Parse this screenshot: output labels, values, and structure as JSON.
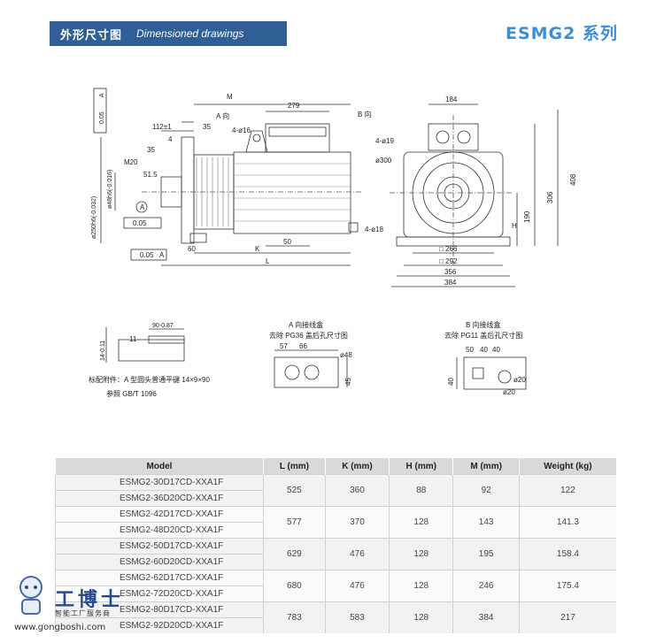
{
  "header": {
    "title_cn": "外形尺寸图",
    "title_en": "Dimensioned drawings",
    "series": "ESMG2 系列"
  },
  "drawing_front": {
    "view_a": "A 向",
    "dims": {
      "M": "M",
      "d279": "279",
      "d112": "112±1",
      "d35a": "35",
      "d4": "4",
      "d4x16": "4-ø16",
      "d35b": "35",
      "d515": "51.5",
      "M20": "M20",
      "d60": "60",
      "d50": "50",
      "K": "K",
      "L": "L",
      "dia250": "ø250h6(-0.032)",
      "dia48": "ø48h6(-0.016)",
      "A": "A",
      "tol_perp": "0.05",
      "tol_flat": "0.05",
      "tol_A": "A",
      "tol_runout": "0.05",
      "tol_run_A": "A"
    }
  },
  "drawing_side": {
    "view_b": "B 向",
    "dims": {
      "d184": "184",
      "d4x19": "4-ø19",
      "dia300": "ø300",
      "d4x18": "4-ø18",
      "sq266": "□ 266",
      "sq292": "□ 292",
      "d356": "356",
      "d384": "384",
      "d190": "190",
      "d306": "306",
      "d408": "408",
      "H": "H"
    }
  },
  "key_detail": {
    "dim_top": "90-0.87",
    "dim_11": "11",
    "dim_side": "14-0.11",
    "note_line1": "标配附件：A 型圆头普通平键 14×9×90",
    "note_line2": "参照 GB/T 1096"
  },
  "box_a": {
    "title1": "A 向接线盒",
    "title2": "去除 PG36 盖后孔尺寸图",
    "d57": "57",
    "d66": "66",
    "d48": "ø48",
    "d45": "45"
  },
  "box_b": {
    "title1": "B 向接线盒",
    "title2": "去除 PG11 盖后孔尺寸图",
    "d50": "50",
    "d40a": "40",
    "d40b": "40",
    "d40c": "40",
    "d20a": "ø20",
    "d20b": "ø20"
  },
  "table": {
    "headers": [
      "Model",
      "L (mm)",
      "K (mm)",
      "H (mm)",
      "M (mm)",
      "Weight (kg)"
    ],
    "groups": [
      {
        "models": [
          "ESMG2-30D17CD-XXA1F",
          "ESMG2-36D20CD-XXA1F"
        ],
        "L": "525",
        "K": "360",
        "H": "88",
        "M": "92",
        "W": "122"
      },
      {
        "models": [
          "ESMG2-42D17CD-XXA1F",
          "ESMG2-48D20CD-XXA1F"
        ],
        "L": "577",
        "K": "370",
        "H": "128",
        "M": "143",
        "W": "141.3"
      },
      {
        "models": [
          "ESMG2-50D17CD-XXA1F",
          "ESMG2-60D20CD-XXA1F"
        ],
        "L": "629",
        "K": "476",
        "H": "128",
        "M": "195",
        "W": "158.4"
      },
      {
        "models": [
          "ESMG2-62D17CD-XXA1F",
          "ESMG2-72D20CD-XXA1F"
        ],
        "L": "680",
        "K": "476",
        "H": "128",
        "M": "246",
        "W": "175.4"
      },
      {
        "models": [
          "ESMG2-80D17CD-XXA1F",
          "ESMG2-92D20CD-XXA1F"
        ],
        "L": "783",
        "K": "583",
        "H": "128",
        "M": "384",
        "W": "217"
      }
    ]
  },
  "watermark": {
    "brand": "工博士",
    "subtitle": "智能工厂服务商",
    "url": "www.gongboshi.com"
  }
}
